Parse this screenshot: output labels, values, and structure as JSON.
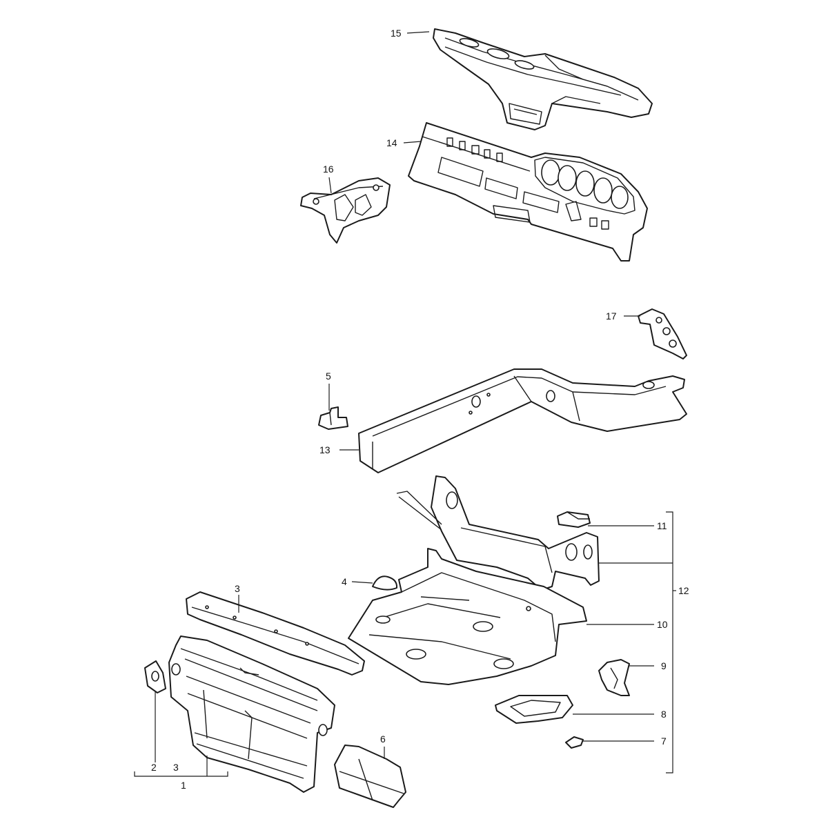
{
  "labels": {
    "l1": "1",
    "l2": "2",
    "l3a": "3",
    "l3b": "3",
    "l4": "4",
    "l5": "5",
    "l6": "6",
    "l7": "7",
    "l8": "8",
    "l9": "9",
    "l10": "10",
    "l11": "11",
    "l12": "12",
    "l13": "13",
    "l14": "14",
    "l15": "15",
    "l16": "16",
    "l17": "17"
  }
}
